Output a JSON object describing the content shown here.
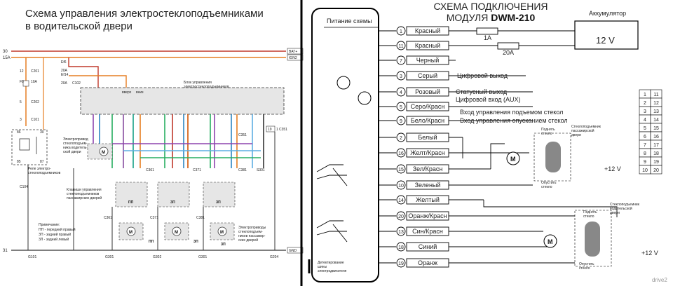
{
  "left": {
    "title_line1": "Схема управления электростеклоподъемниками",
    "title_line2": "в водительской двери",
    "rails": {
      "top1_num": "30",
      "top1_tag": "BAT+",
      "top2_num": "15A",
      "top2_tag": "IGN2",
      "bottom_num": "31",
      "bottom_tag": "GND"
    },
    "fuses": [
      {
        "num": "12",
        "conn": "C201"
      },
      {
        "num": "F8",
        "conn": "10A"
      },
      {
        "num": "5",
        "conn": "C202"
      },
      {
        "num": "3",
        "conn": "C101"
      }
    ],
    "fuse_block": [
      "Ef6",
      "20A",
      "Ef14",
      "20A"
    ],
    "c102": "C102",
    "relay_label_1": "Реле электро-",
    "relay_label_2": "стеклоподъемников",
    "relay_pins": [
      "86",
      "30",
      "85",
      "87"
    ],
    "block_title_1": "Блок управления",
    "block_title_2": "электростеклоподъемников",
    "block_arrows": [
      "вверх",
      "вниз"
    ],
    "motor_driver_1": "Электропривод",
    "motor_driver_2": "стеклоподъем-",
    "motor_driver_3": "ника водитель-",
    "motor_driver_4": "ской двери",
    "passenger_keys_1": "Клавиши управления",
    "passenger_keys_2": "стеклоподъемников",
    "passenger_keys_3": "пассажирских дверей",
    "switch_labels": [
      "ПП",
      "ЗП",
      "ЗП"
    ],
    "connectors": [
      "C361",
      "C371",
      "C381",
      "C351",
      "S301",
      "C104"
    ],
    "bottom_connectors": [
      "C361",
      "C371",
      "C381"
    ],
    "motor_labels": [
      "ПП",
      "ЗП",
      "ЗП"
    ],
    "grounds": [
      "G101",
      "G301",
      "G302",
      "G301",
      "G204"
    ],
    "note_title": "Примечание:",
    "note_1": "ПП - передний правый",
    "note_2": "ЗП - задний правый",
    "note_3": "ЗЛ - задний левый",
    "passenger_motors_1": "Электроприводы",
    "passenger_motors_2": "стеклоподъем-",
    "passenger_motors_3": "ников пассажир-",
    "passenger_motors_4": "ских дверей",
    "c351_pins": [
      "19",
      "1",
      "C351"
    ]
  },
  "right": {
    "title_line1": "СХЕМА ПОДКЛЮЧЕНИЯ",
    "title_line2_prefix": "МОДУЛЯ ",
    "title_line2_model": "DWM-210",
    "power_label": "Питание схемы",
    "pins": [
      {
        "num": "1",
        "label": "Красный"
      },
      {
        "num": "11",
        "label": "Красный"
      },
      {
        "num": "7",
        "label": "Черный"
      },
      {
        "num": "3",
        "label": "Серый"
      },
      {
        "num": "4",
        "label": "Розовый"
      },
      {
        "num": "5",
        "label": "Серо/Красн"
      },
      {
        "num": "9",
        "label": "Бело/Красн"
      },
      {
        "num": "2",
        "label": "Белый"
      },
      {
        "num": "16",
        "label": "Желт/Красн"
      },
      {
        "num": "15",
        "label": "Зел/Красн"
      },
      {
        "num": "10",
        "label": "Зеленый"
      },
      {
        "num": "14",
        "label": "Желтый"
      },
      {
        "num": "20",
        "label": "Оранж/Красн"
      },
      {
        "num": "13",
        "label": "Син/Красн"
      },
      {
        "num": "18",
        "label": "Синий"
      },
      {
        "num": "19",
        "label": "Оранж"
      }
    ],
    "fuse1": "1A",
    "fuse2": "20A",
    "battery_title": "Аккумулятор",
    "battery_voltage": "12 V",
    "digital_out": "Цифровой выход",
    "status_out": "Статусный выход",
    "digital_in": "Цифровой вход (AUX)",
    "control_up": "Вход управления подъемом стекол",
    "control_down": "Вход управления опусканием стекол",
    "passenger_switch_title_1": "Стеклоподъемник",
    "passenger_switch_title_2": "пассажирской",
    "passenger_switch_title_3": "двери",
    "driver_switch_title_1": "Стеклоподъемник",
    "driver_switch_title_2": "водительской",
    "driver_switch_title_3": "двери",
    "raise_1": "Поднять",
    "raise_2": "стекло",
    "lower_1": "Опустить",
    "lower_2": "стекло",
    "plus12": "+12 V",
    "motor_letter": "M",
    "detector_1": "Детектирование",
    "detector_2": "шины",
    "detector_3": "электродвигателя",
    "connector_grid": [
      [
        "1",
        "11"
      ],
      [
        "2",
        "12"
      ],
      [
        "3",
        "13"
      ],
      [
        "4",
        "14"
      ],
      [
        "5",
        "15"
      ],
      [
        "6",
        "16"
      ],
      [
        "7",
        "17"
      ],
      [
        "8",
        "18"
      ],
      [
        "9",
        "19"
      ],
      [
        "10",
        "20"
      ]
    ],
    "watermark": "drive2"
  }
}
